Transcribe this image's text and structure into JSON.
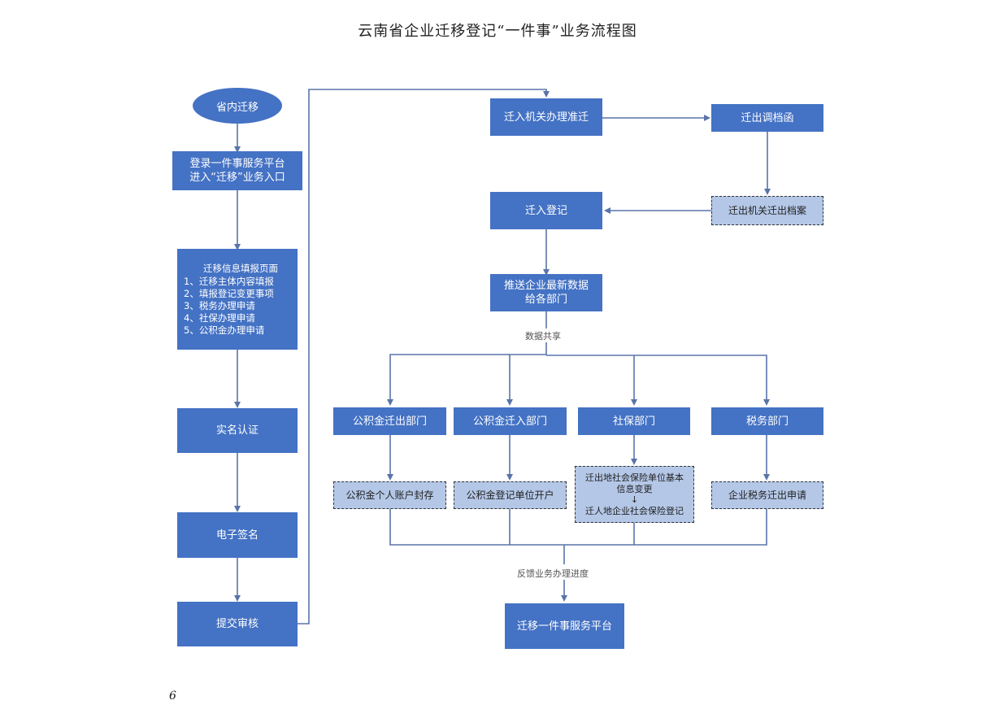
{
  "title": "云南省企业迁移登记“一件事”业务流程图",
  "colors": {
    "primary_box": "#4472c4",
    "secondary_box": "#b4c7e7",
    "connector": "#5a74a8"
  },
  "left_flow": {
    "start": "省内迁移",
    "login": [
      "登录一件事服务平台",
      "进入“迁移”业务入口"
    ],
    "info_page": {
      "heading": "迁移信息填报页面",
      "items": [
        "1、迁移主体内容填报",
        "2、填报登记变更事项",
        "3、税务办理申请",
        "4、社保办理申请",
        "5、公积金办理申请"
      ]
    },
    "realname": "实名认证",
    "esign": "电子签名",
    "submit": "提交审核"
  },
  "right_flow": {
    "approve": "迁入机关办理准迁",
    "transfer_letter": "迁出调档函",
    "transfer_archive": "迁出机关迁出档案",
    "register": "迁入登记",
    "push": [
      "推送企业最新数据",
      "给各部门"
    ],
    "data_share_label": "数据共享",
    "departments": [
      {
        "name": "公积金迁出部门",
        "task": [
          "公积金个人账户封存"
        ]
      },
      {
        "name": "公积金迁入部门",
        "task": [
          "公积金登记单位开户"
        ]
      },
      {
        "name": "社保部门",
        "task": [
          "迁出地社会保险单位基本",
          "信息变更",
          "↓",
          "迁人地企业社会保险登记"
        ]
      },
      {
        "name": "税务部门",
        "task": [
          "企业税务迁出申请"
        ]
      }
    ],
    "feedback_label": "反馈业务办理进度",
    "platform": "迁移一件事服务平台"
  },
  "page_number": "6"
}
